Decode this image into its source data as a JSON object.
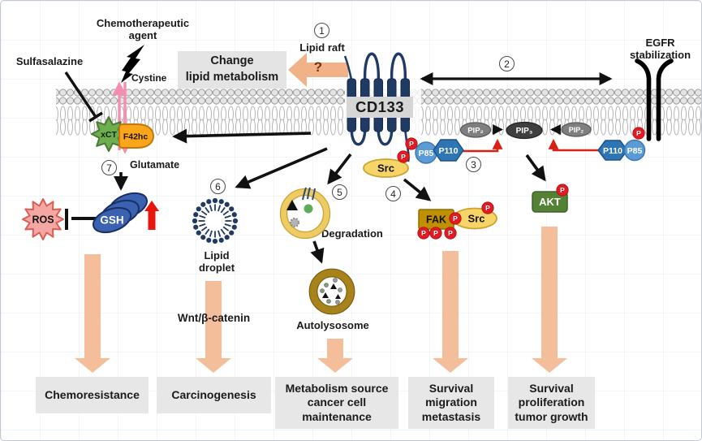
{
  "labels": {
    "sulfasalazine": "Sulfasalazine",
    "chemo1": "Chemotherapeutic",
    "chemo2": "agent",
    "cystine": "Cystine",
    "glutamate": "Glutamate",
    "lipid_raft": "Lipid raft",
    "change1": "Change",
    "change2": "lipid metabolism",
    "question": "?",
    "egfr1": "EGFR",
    "egfr2": "stabilization",
    "degradation": "Degradation",
    "autolysosome": "Autolysosome",
    "lipid_droplet1": "Lipid",
    "lipid_droplet2": "droplet",
    "wnt": "Wnt/β-catenin"
  },
  "proteins": {
    "cd133": "CD133",
    "src": "Src",
    "p85": "P85",
    "p110": "P110",
    "pip2": "PIP₂",
    "pip3": "PIP₃",
    "akt": "AKT",
    "fak": "FAK",
    "gsh": "GSH",
    "ros": "ROS",
    "xct": "xCT",
    "f42hc": "F42hc",
    "phospho": "P"
  },
  "steps": [
    "1",
    "2",
    "3",
    "4",
    "5",
    "6",
    "7"
  ],
  "outcomes": [
    {
      "lines": [
        "Chemoresistance"
      ]
    },
    {
      "lines": [
        "Carcinogenesis"
      ]
    },
    {
      "lines": [
        "Metabolism source",
        "cancer cell",
        "maintenance"
      ]
    },
    {
      "lines": [
        "Survival",
        "migration",
        "metastasis"
      ]
    },
    {
      "lines": [
        "Survival",
        "proliferation",
        "tumor growth"
      ]
    }
  ],
  "palette": {
    "navy": "#1F3A63",
    "membrane_gray": "#9E9E9E",
    "orange_block_arrow": "#F4BE9A",
    "question_arrow": "#F2B288",
    "outcome_box_gray": "#E7E7E7",
    "red": "#D92015",
    "pink_transport": "#F48FB1",
    "src_yellow": "#F7D468",
    "p85_blue": "#5B9BD5",
    "p110_blue": "#2E75B6",
    "pip2_gray": "#7F7F7F",
    "pip3_gray": "#3F3F3F",
    "akt_green": "#548235",
    "fak_gold": "#BF9000",
    "gsh_blue": "#3A62B0",
    "ros_pink": "#F5A8A3",
    "xct_green": "#6FAE4E",
    "f42hc_orange": "#F9A61A",
    "vesicle_gold": "#EECB63",
    "autolysosome_brown": "#A8831C"
  }
}
